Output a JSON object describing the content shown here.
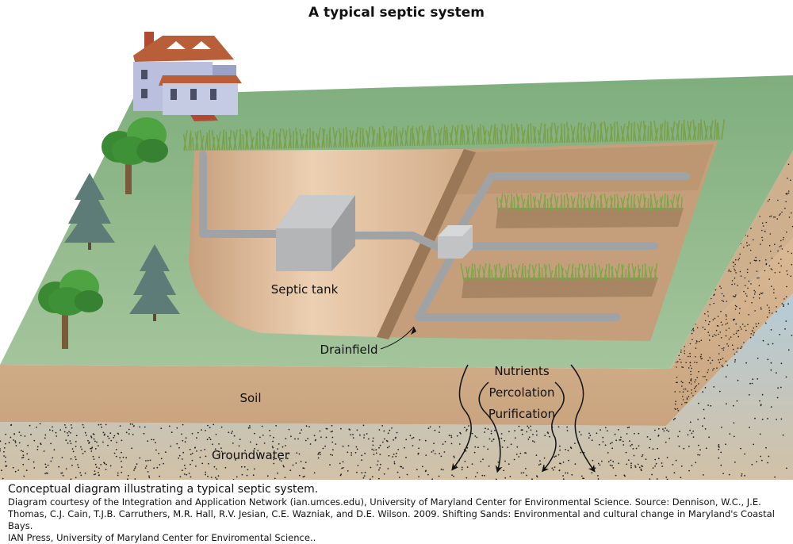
{
  "title": "A typical septic system",
  "labels": {
    "septic_tank": "Septic tank",
    "drainfield": "Drainfield",
    "soil": "Soil",
    "groundwater": "Groundwater",
    "nutrients": "Nutrients",
    "percolation": "Percolation",
    "purification": "Purification"
  },
  "caption": {
    "main": "Conceptual diagram illustrating a typical septic system.",
    "credit_lines": [
      "Diagram courtesy of the Integration and Application Network (ian.umces.edu), University of Maryland Center for Environmental Science. Source: Dennison, W.C., J.E.",
      "Thomas, C.J. Cain, T.J.B. Carruthers, M.R. Hall, R.V. Jesian, C.E. Wazniak, and D.E. Wilson. 2009. Shifting Sands: Environmental and cultural change in Maryland's Coastal Bays.",
      "IAN Press, University of Maryland Center for Enviromental Science.."
    ]
  },
  "colors": {
    "grass": "#8fb98a",
    "soil": "#d2b08d",
    "soil_dark": "#b79472",
    "groundwater": "#a9c4d2",
    "pipe": "#9fa3a6",
    "tank": "#b5b7b9",
    "tree": "#3f8f3a",
    "conifer": "#5d7c78"
  }
}
